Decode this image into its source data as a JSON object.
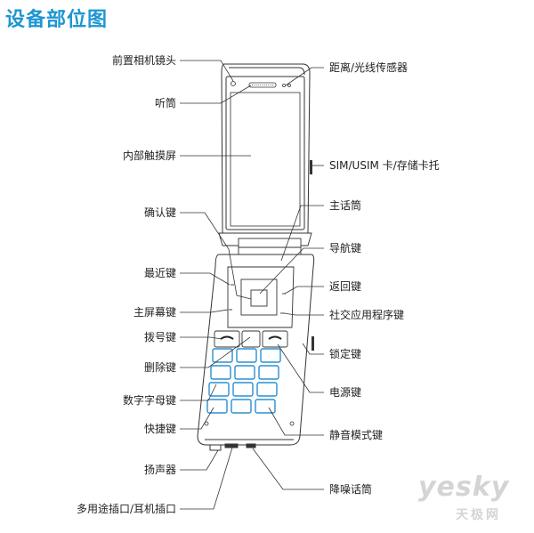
{
  "title": "设备部位图",
  "labels": {
    "front_camera": "前置相机镜头",
    "earpiece": "听筒",
    "inner_touchscreen": "内部触摸屏",
    "ok_key": "确认键",
    "recent_key": "最近键",
    "home_key": "主屏幕键",
    "dial_key": "拨号键",
    "delete_key": "删除键",
    "alnum_keys": "数字字母键",
    "shortcut_key": "快捷键",
    "speaker": "扬声器",
    "multipurpose_jack": "多用途插口/耳机插口",
    "proximity_sensor": "距离/光线传感器",
    "sim_tray": "SIM/USIM 卡/存储卡托",
    "main_mic": "主话筒",
    "nav_key": "导航键",
    "back_key": "返回键",
    "social_key": "社交应用程序键",
    "lock_key": "锁定键",
    "power_key": "电源键",
    "mute_key": "静音模式键",
    "noise_mic": "降噪话筒"
  },
  "watermark": {
    "brand": "yesky",
    "sub": "天极网"
  },
  "colors": {
    "accent": "#1e96d2",
    "line": "#333333",
    "keypad": "#2a8fd0"
  }
}
